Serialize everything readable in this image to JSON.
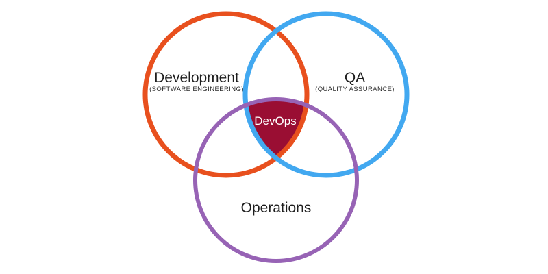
{
  "diagram": {
    "type": "venn",
    "background": "#FFFFFF",
    "sets": [
      {
        "label": "Development",
        "sublabel": "(SOFTWARE ENGINEERING)",
        "color": "#E8501E"
      },
      {
        "label": "QA",
        "sublabel": "(QUALITY ASSURANCE)",
        "color": "#42A8F0"
      },
      {
        "label": "Operations",
        "sublabel": "",
        "color": "#9763B5"
      }
    ],
    "intersection": {
      "label": "DevOps",
      "fill": "#9A0E33",
      "text_color": "#FFFFFF"
    }
  }
}
